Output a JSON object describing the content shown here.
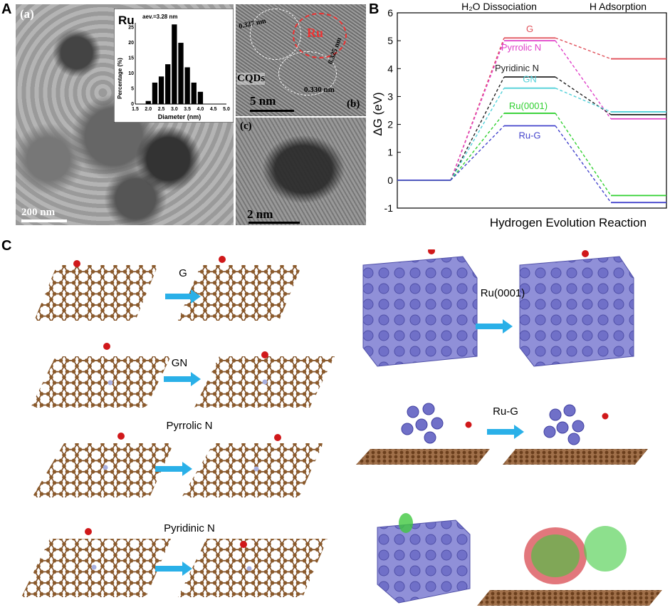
{
  "panels": {
    "A": "A",
    "B": "B",
    "C": "C"
  },
  "tem": {
    "a_label": "(a)",
    "b_label": "(b)",
    "c_label": "(c)",
    "scale_a": "200 nm",
    "scale_b": "5 nm",
    "scale_c": "2 nm",
    "ru_label": "Ru",
    "cqds_label": "CQDs",
    "lattice": [
      "0.327 nm",
      "0.325 nm",
      "0.330 nm"
    ]
  },
  "inset_hist": {
    "ru_title": "Ru",
    "avg": "aev.=3.28 nm",
    "xlabel": "Diameter (nm)",
    "ylabel": "Percentage (%)",
    "x_ticks": [
      "1.5",
      "2.0",
      "2.5",
      "3.0",
      "3.5",
      "4.0",
      "4.5",
      "5.0"
    ],
    "y_ticks": [
      "0",
      "5",
      "10",
      "15",
      "20",
      "25"
    ],
    "bars": [
      {
        "x": 2.0,
        "v": 1
      },
      {
        "x": 2.25,
        "v": 7
      },
      {
        "x": 2.5,
        "v": 9
      },
      {
        "x": 2.75,
        "v": 13
      },
      {
        "x": 3.0,
        "v": 26
      },
      {
        "x": 3.25,
        "v": 20
      },
      {
        "x": 3.5,
        "v": 12
      },
      {
        "x": 3.75,
        "v": 7
      },
      {
        "x": 4.0,
        "v": 4
      }
    ]
  },
  "chart_data": {
    "type": "line",
    "xlabel": "Hydrogen Evolution Reaction",
    "ylabel": "ΔG (eV)",
    "ylim": [
      -1,
      6
    ],
    "y_ticks": [
      "-1",
      "0",
      "1",
      "2",
      "3",
      "4",
      "5",
      "6"
    ],
    "stage_labels": [
      "H₂O Dissociation",
      "H Adsorption"
    ],
    "series": [
      {
        "name": "G",
        "color": "#e0505a",
        "values": [
          0,
          5.1,
          4.35
        ]
      },
      {
        "name": "Pyrrolic N",
        "color": "#e040c8",
        "values": [
          0,
          5.0,
          2.2
        ]
      },
      {
        "name": "Pyridinic N",
        "color": "#222222",
        "values": [
          0,
          3.7,
          2.35
        ]
      },
      {
        "name": "GN",
        "color": "#50d0d8",
        "values": [
          0,
          3.3,
          2.45
        ]
      },
      {
        "name": "Ru(0001)",
        "color": "#30d030",
        "values": [
          0,
          2.4,
          -0.55
        ]
      },
      {
        "name": "Ru-G",
        "color": "#4444cc",
        "values": [
          0,
          1.95,
          -0.8
        ]
      }
    ]
  },
  "panelC": {
    "labels": [
      "G",
      "GN",
      "Pyrrolic N",
      "Pyridinic N",
      "Ru(0001)",
      "Ru-G"
    ]
  }
}
